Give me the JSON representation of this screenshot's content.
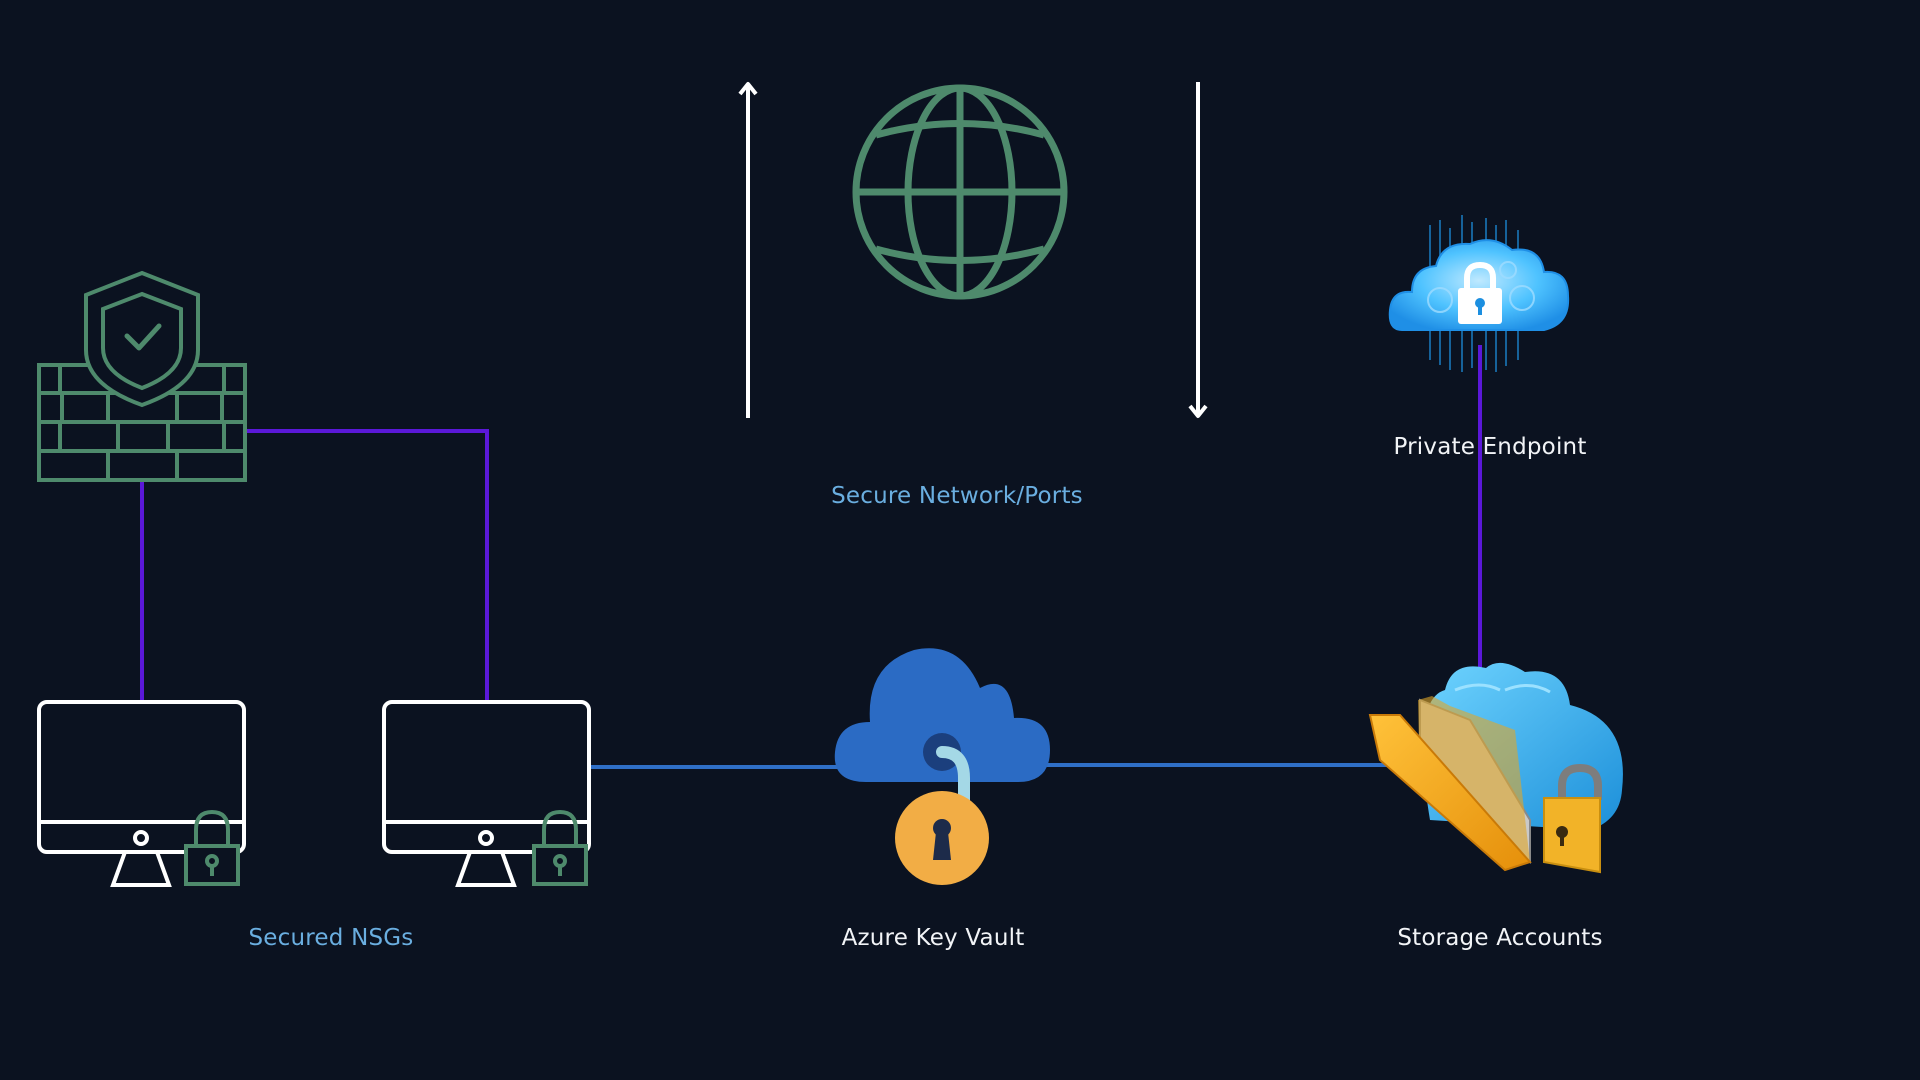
{
  "colors": {
    "background": "#0b1220",
    "connector_purple": "#5b18d8",
    "connector_blue": "#2f6fc7",
    "icon_green": "#4e8a6c",
    "arrow_white": "#ffffff",
    "accent_label": "#6aaee0",
    "light_label": "#f2f4f7",
    "vault_cloud": "#2b6bc4",
    "vault_lock": "#f2ad45",
    "storage_cloud": "#39b6ec",
    "storage_folder": "#f5a61c"
  },
  "labels": {
    "secure_network": "Secure Network/Ports",
    "private_endpoint": "Private Endpoint",
    "secured_nsgs": "Secured NSGs",
    "key_vault": "Azure Key Vault",
    "storage_accounts": "Storage Accounts"
  },
  "icons": {
    "firewall": "firewall-shield-icon",
    "globe": "globe-icon",
    "upload_arrow": "arrow-up-icon",
    "download_arrow": "arrow-down-icon",
    "private_cloud": "cloud-lock-icon",
    "workstation_1": "monitor-lock-icon",
    "workstation_2": "monitor-lock-icon",
    "key_vault": "cloud-padlock-icon",
    "storage": "cloud-folder-lock-icon"
  }
}
